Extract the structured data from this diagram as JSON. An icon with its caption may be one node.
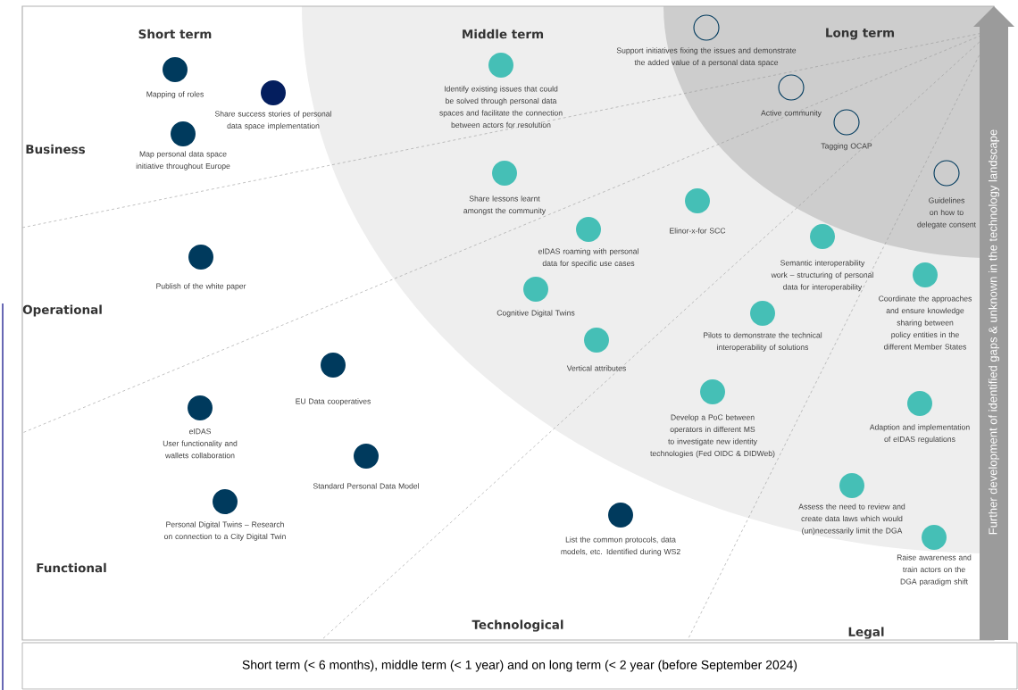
{
  "diagram": {
    "caption": "Short term (< 6 months), middle term (< 1 year) and on long term (< 2 year (before September 2024)",
    "nodes": [
      {
        "text": [],
        "shape": "circle",
        "beside": [
          "Mapping of roles"
        ]
      },
      {
        "text": [],
        "shape": "circle",
        "beside": [
          "Share success stories of personal data space implementation"
        ]
      },
      {
        "text": [],
        "shape": "circle",
        "beside": [
          "Map personal data space initiative throughout Europe"
        ]
      },
      {
        "text": [],
        "shape": "circle",
        "beside": [
          "Publish of the white paper"
        ]
      },
      {
        "text": [],
        "shape": "circle",
        "beside": [
          "EU Data cooperatives"
        ]
      },
      {
        "text": [],
        "shape": "circle",
        "beside": [
          "eIDAS",
          "User functionality and wallets collaboration"
        ]
      },
      {
        "text": [],
        "shape": "circle",
        "beside": [
          "Standard Personal Data Model"
        ]
      },
      {
        "text": [],
        "shape": "circle",
        "beside": [
          "Personal Digital Twins – Research on connection to a City Digital Twin"
        ]
      },
      {
        "text": [],
        "shape": "circle",
        "beside": [
          "Identify existing issues that could be solved through personal data spaces and facilitate the connection between actors for resolution"
        ]
      },
      {
        "text": [],
        "shape": "circle",
        "beside": [
          "Share lessons learnt amongst the community"
        ]
      },
      {
        "text": [],
        "shape": "circle",
        "beside": [
          "eIDAS roaming with personal data for specific use cases"
        ]
      },
      {
        "text": [],
        "shape": "circle",
        "beside": [
          "Cognitive Digital Twins"
        ]
      },
      {
        "text": [],
        "shape": "circle",
        "beside": [
          "Vertical attributes"
        ]
      },
      {
        "text": [],
        "shape": "circle",
        "beside": [
          "Elinor-x-for SCC"
        ]
      },
      {
        "text": [],
        "shape": "circle",
        "beside": [
          "Semantic interoperability work – structuring of personal data for interoperability"
        ]
      },
      {
        "text": [],
        "shape": "circle",
        "beside": [
          "Pilots to demonstrate the technical interoperability of solutions"
        ]
      },
      {
        "text": [],
        "shape": "circle",
        "beside": [
          "Develop a PoC between operators in different MS to investigate new identity technologies (Fed OIDC & DIDWeb)"
        ]
      },
      {
        "text": [],
        "shape": "circle",
        "beside": [
          "List the common protocols, data models, etc. Identified during WS2"
        ]
      },
      {
        "text": [],
        "shape": "circle",
        "beside": [
          "Coordinate the approaches and ensure knowledge sharing between policy entities in the different Member States"
        ]
      },
      {
        "text": [],
        "shape": "circle",
        "beside": [
          "Adaption and implementation of eIDAS regulations"
        ]
      },
      {
        "text": [],
        "shape": "circle",
        "beside": [
          "Assess the need to review and create data laws which would (un)necessarily limit the DGA"
        ]
      },
      {
        "text": [],
        "shape": "circle",
        "beside": [
          "Raise awareness and train actors on the DGA paradigm shift"
        ]
      },
      {
        "text": [],
        "shape": "circle",
        "beside": [
          "Support initiatives fixing the issues and demonstrate the added value of a personal data space"
        ]
      },
      {
        "text": [],
        "shape": "circle",
        "beside": [
          "Active community"
        ]
      },
      {
        "text": [],
        "shape": "circle",
        "beside": [
          "Tagging OCAP"
        ]
      },
      {
        "text": [],
        "shape": "circle",
        "beside": [
          "Guidelines on how to delegate consent"
        ]
      }
    ],
    "labels": [
      "Short term",
      "Middle term",
      "Long term",
      "Business",
      "Operational",
      "Functional",
      "Technological",
      "Legal",
      "Further development of identified gaps & unknown in the technology landscape"
    ]
  }
}
